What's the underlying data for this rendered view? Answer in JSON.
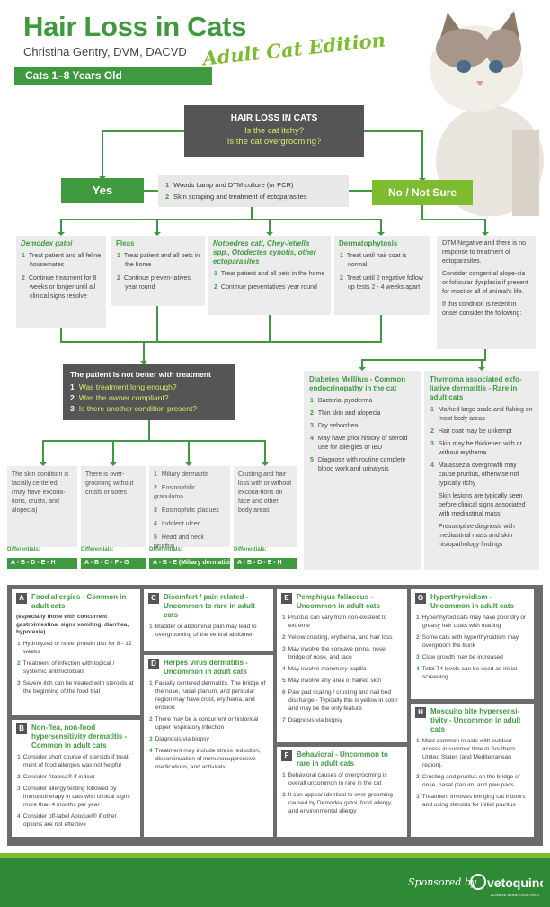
{
  "header": {
    "title": "Hair Loss in Cats",
    "author": "Christina Gentry, DVM, DACVD",
    "edition": "Adult Cat Edition",
    "age": "Cats 1–8 Years Old"
  },
  "start": {
    "title": "HAIR LOSS IN CATS",
    "q1": "Is the cat itchy?",
    "q2": "Is the cat overgrooming?"
  },
  "yes": "Yes",
  "no": "No / Not Sure",
  "tests": [
    {
      "n": "1",
      "text": "Woods Lamp and DTM culture (or PCR)"
    },
    {
      "n": "2",
      "text": "Skin scraping and treatment of ectoparasites"
    }
  ],
  "yes_cols": [
    {
      "title": "Demodex gatoi",
      "italic": true,
      "items": [
        {
          "n": "1",
          "text": "Treat patient and all feline housemates"
        },
        {
          "n": "2",
          "text": "Continue treatment for 8 weeks or longer until all clinical signs resolve"
        }
      ]
    },
    {
      "title": "Fleas",
      "italic": false,
      "items": [
        {
          "n": "1",
          "text": "Treat patient and all pets in the home"
        },
        {
          "n": "2",
          "text": "Continue preven-tatives year round"
        }
      ]
    },
    {
      "title": "Notoedres cati, Chey-letiella spp., Otodectes cynotis, other ectoparasites",
      "italic": true,
      "items": [
        {
          "n": "1",
          "text": "Treat patient and all pets in the home"
        },
        {
          "n": "2",
          "text": "Continue preventatives year round"
        }
      ]
    },
    {
      "title": "Dermatophytosis",
      "italic": false,
      "items": [
        {
          "n": "1",
          "text": "Treat until hair coat is normal"
        },
        {
          "n": "2",
          "text": "Treat until 2 negative follow up tests 2 - 4 weeks apart"
        }
      ]
    }
  ],
  "dtm": [
    "DTM Negative and there is no response to treatment of ectoparasites.",
    "Consider congenital alope-cia or follicular dysplasia if present for most or all of animal's life.",
    "If this condition is recent in onset consider the following:"
  ],
  "notbetter": {
    "title": "The patient is not better with treatment",
    "items": [
      {
        "n": "1",
        "text": "Was treatment long enough?"
      },
      {
        "n": "2",
        "text": "Was the owner compliant?"
      },
      {
        "n": "3",
        "text": "Is there another condition present?"
      }
    ]
  },
  "exams": [
    {
      "text": "The skin condition is facially centered (may have excoria-tions, crusts, and alopecia)",
      "diff_label": "Differentials:",
      "diff": "A - B - D - E - H"
    },
    {
      "text": "There is over-grooming without crusts or sores",
      "diff_label": "Differentials:",
      "diff": "A - B - C - F - G"
    },
    {
      "items": [
        {
          "n": "1",
          "text": "Miliary dermatitis"
        },
        {
          "n": "2",
          "text": "Eosinophilic granuloma"
        },
        {
          "n": "3",
          "text": "Eosinophilic plaques"
        },
        {
          "n": "4",
          "text": "Indolent ulcer"
        },
        {
          "n": "5",
          "text": "Head and neck pruritus"
        }
      ],
      "diff_label": "Differentials:",
      "diff": "A - B - E (Miliary dermatitis)"
    },
    {
      "text": "Crusting and hair loss with or without excoria-tions on face and other body areas",
      "diff_label": "Differentials:",
      "diff": "A - B - D - E - H"
    }
  ],
  "diabetes": {
    "title": "Diabetes Mellitus - Common endocrinopathy in the cat",
    "items": [
      {
        "n": "1",
        "text": "Bacterial pyoderma"
      },
      {
        "n": "2",
        "text": "Thin skin and alopecia"
      },
      {
        "n": "3",
        "text": "Dry seborrhea"
      },
      {
        "n": "4",
        "text": "May have prior history of steroid use for allergies or IBD"
      },
      {
        "n": "5",
        "text": "Diagnose with routine complete blood work and urinalysis"
      }
    ]
  },
  "thymoma": {
    "title": "Thymoma associated exfo-liative dermatitis - Rare in adult cats",
    "items": [
      {
        "n": "1",
        "text": "Marked large scale and flaking on most body areas"
      },
      {
        "n": "2",
        "text": "Hair coat may be unkempt"
      },
      {
        "n": "3",
        "text": "Skin may be thickened with or without erythema"
      },
      {
        "n": "4",
        "text": "Malassezia overgrowth may cause pruritus, otherwise not typically itchy"
      }
    ],
    "notes": [
      "Skin lesions are typically seen before clinical signs associated with mediastinal mass",
      "Presumptive diagnosis with mediastinal mass and skin histopathology findings"
    ]
  },
  "legend": [
    {
      "id": "A",
      "title": "Food allergies - Common in adult cats",
      "sub": "(especially those with concurrent gastrointestinal signs vomiting, diarrhea, hyporexia)",
      "items": [
        {
          "n": "1",
          "text": "Hydrolyzed or novel protein diet for 8 - 12 weeks"
        },
        {
          "n": "2",
          "text": "Treatment of infection with topical / systemic antimicrobials"
        },
        {
          "n": "3",
          "text": "Severe itch can be treated with steroids at the beginning of the food trial"
        }
      ]
    },
    {
      "id": "B",
      "title": "Non-flea, non-food hypersensitivity dermatitis - Common in adult cats",
      "items": [
        {
          "n": "1",
          "text": "Consider short course of steroids if treat-ment of food allergies was not helpful"
        },
        {
          "n": "2",
          "text": "Consider Atopica® if indoor"
        },
        {
          "n": "3",
          "text": "Consider allergy testing followed by immunotherapy in cats with clinical signs more than 4 months per year"
        },
        {
          "n": "4",
          "text": "Consider off-label Apoquel® if other options are not effective"
        }
      ]
    },
    {
      "id": "C",
      "title": "Disomfort / pain related - Uncommon to rare in adult cats",
      "items": [
        {
          "n": "1",
          "text": "Bladder or abdominal pain may lead to overgrooming of the ventral abdomen"
        }
      ]
    },
    {
      "id": "D",
      "title": "Herpes virus dermatitis - Uncommon in adult cats",
      "items": [
        {
          "n": "1",
          "text": "Facially centered dermatitis. The bridge of the nose, nasal planum, and perioular region may have crust, erythema, and erosion"
        },
        {
          "n": "2",
          "text": "There may be a concurrent or historical upper respiratory infection"
        },
        {
          "n": "3",
          "text": "Diagnosis via biopsy"
        },
        {
          "n": "4",
          "text": "Treatment may include stress reduction, discontinuation of immunosuppressive medications, and antivirals"
        }
      ]
    },
    {
      "id": "E",
      "title": "Pemphigus foliaceus - Uncommon in adult cats",
      "items": [
        {
          "n": "1",
          "text": "Pruritus can vary from non-existent to extreme"
        },
        {
          "n": "2",
          "text": "Yellow crusting, erythema, and hair loss"
        },
        {
          "n": "3",
          "text": "May involve the concave pinna, nose, bridge of nose, and face"
        },
        {
          "n": "4",
          "text": "May involve mammary papilla"
        },
        {
          "n": "5",
          "text": "May involve any area of haired skin"
        },
        {
          "n": "6",
          "text": "Paw pad scaling / crusting and nail bed discharge - Typically this is yellow in color and may be the only feature"
        },
        {
          "n": "7",
          "text": "Diagnosis via biopsy"
        }
      ]
    },
    {
      "id": "F",
      "title": "Behavioral - Uncommon to rare in adult cats",
      "items": [
        {
          "n": "1",
          "text": "Behavioral causes of overgrooming is overall uncommon to rare in the cat"
        },
        {
          "n": "2",
          "text": "It can appear identical to over-grooming caused by Demodex gatoi, food allergy, and environmental allergy"
        }
      ]
    },
    {
      "id": "G",
      "title": "Hyperthyroidism - Uncommon in adult cats",
      "items": [
        {
          "n": "1",
          "text": "Hyperthyroid cats may have poor dry or greasy hair coats with matting"
        },
        {
          "n": "2",
          "text": "Some cats with hyperthyroidism may overgroom the trunk"
        },
        {
          "n": "3",
          "text": "Claw growth may be increased"
        },
        {
          "n": "4",
          "text": "Total T4 levels can be used as initial screening"
        }
      ]
    },
    {
      "id": "H",
      "title": "Mosquito bite hypersensi-tivity - Uncommon in adult cats",
      "items": [
        {
          "n": "1",
          "text": "Most common in cats with outdoor access in summer time in Southern United States (and Mediterranean region)."
        },
        {
          "n": "2",
          "text": "Crusting and pruritus on the bridge of nose, nasal planum, and paw pads"
        },
        {
          "n": "3",
          "text": "Treatment involves bringing cat indoors and using steroids for initial pruritus"
        }
      ]
    }
  ],
  "footer": {
    "sponsored": "Sponsored by",
    "brand": "vetoquinol",
    "tagline": "ACHIEVE MORE TOGETHER"
  },
  "colors": {
    "green": "#3f9a3f",
    "lime": "#7dbb2f",
    "dark": "#555555",
    "panel": "#ececec",
    "yellow": "#d8e86c"
  }
}
